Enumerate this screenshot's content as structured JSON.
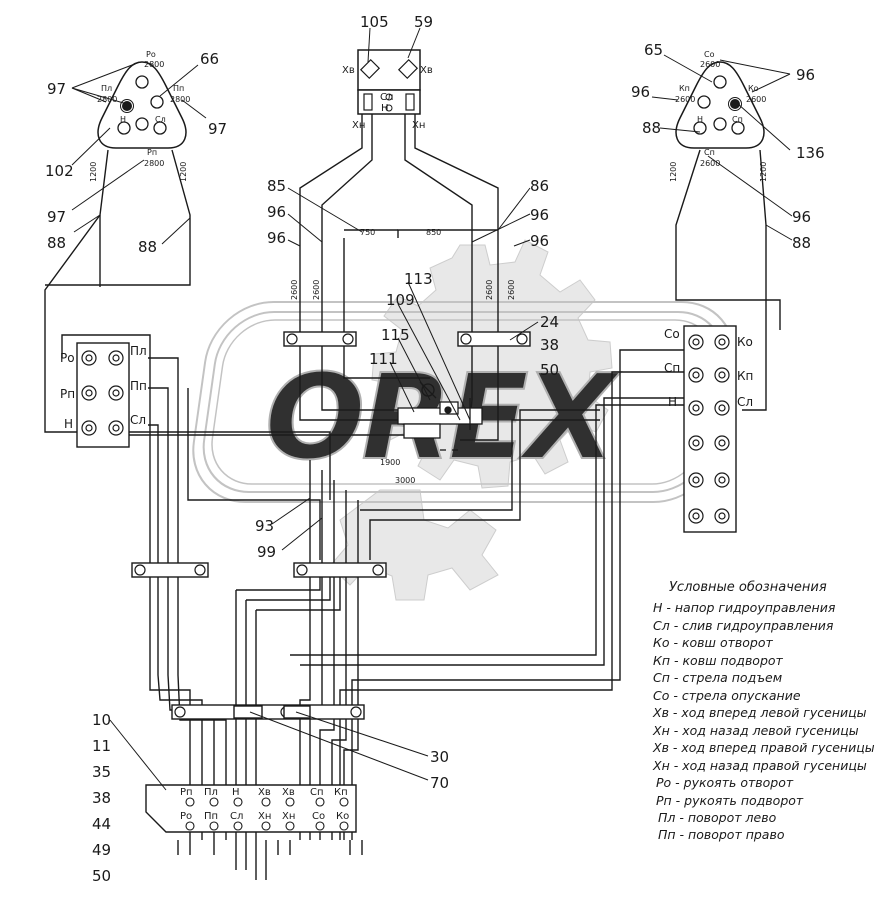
{
  "callouts": {
    "c105": "105",
    "c59": "59",
    "c66": "66",
    "c65": "65",
    "c97a": "97",
    "c97b": "97",
    "c97c": "97",
    "c96a": "96",
    "c96b": "96",
    "c96c": "96",
    "c96d": "96",
    "c96e": "96",
    "c96f": "96",
    "c96g": "96",
    "c102": "102",
    "c88a": "88",
    "c88b": "88",
    "c88c": "88",
    "c88d": "88",
    "c85": "85",
    "c86": "86",
    "c136": "136",
    "c113": "113",
    "c109": "109",
    "c115": "115",
    "c111": "111",
    "c24": "24",
    "c38a": "38",
    "c50a": "50",
    "c93": "93",
    "c99": "99",
    "c10": "10",
    "c11": "11",
    "c35": "35",
    "c38b": "38",
    "c44": "44",
    "c49": "49",
    "c50b": "50",
    "c30": "30",
    "c70": "70"
  },
  "dimensions": {
    "d2800a": "2800",
    "d2800b": "2800",
    "d2800c": "2800",
    "d2800d": "2800",
    "d1200a": "1200",
    "d1200b": "1200",
    "d1200c": "1200",
    "d1200d": "1200",
    "d2600a": "2600",
    "d2600b": "2600",
    "d2600c": "2600",
    "d2600d": "2600",
    "d2600e": "2600",
    "d2600f": "2600",
    "d2600g": "2600",
    "d2600h": "2600",
    "d750": "750",
    "d850": "850",
    "d1900": "1900",
    "d3000": "3000"
  },
  "ports": {
    "left_tri": {
      "po": "Ро",
      "pl": "Пл",
      "pp": "Пп",
      "h": "Н",
      "sl": "Сл",
      "pn": "Рп"
    },
    "right_tri": {
      "co": "Со",
      "kp": "Кп",
      "ko": "Ко",
      "h": "Н",
      "sp": "Сп",
      "cp": "Сп"
    },
    "top_valve": {
      "xv_l": "Хв",
      "xv_r": "Хв",
      "xn_l": "Хн",
      "xn_r": "Хн",
      "sl": "Сл",
      "h": "Н"
    },
    "left_block": {
      "po": "Ро",
      "pl": "Пл",
      "pn": "Рп",
      "pp": "Пп",
      "h": "Н",
      "sl": "Сл"
    },
    "right_block": {
      "co": "Со",
      "ko": "Ко",
      "cp": "Сп",
      "kp": "Кп",
      "h": "Н",
      "sl": "Сл"
    },
    "bottom_top": [
      "Рп",
      "Пл",
      "Н",
      "Хв",
      "Хв",
      "Сп",
      "Кп"
    ],
    "bottom_bot": [
      "Ро",
      "Пп",
      "Сл",
      "Хн",
      "Хн",
      "Со",
      "Ко"
    ]
  },
  "legend": {
    "title": "Условные обозначения",
    "items": [
      "Н - напор гидроуправления",
      "Сл - слив гидроуправления",
      "Ко - ковш отворот",
      "Кп - ковш подворот",
      "Сп - стрела подъем",
      "Со - стрела опускание",
      "Хв - ход вперед левой гусеницы",
      "Хн - ход назад левой гусеницы",
      "Хв - ход вперед правой гусеницы",
      "Хн - ход назад правой гусеницы",
      "Ро - рукоять отворот",
      "Рп - рукоять подворот",
      "Пл - поворот лево",
      "Пп - поворот право"
    ]
  },
  "watermark": "OREX"
}
